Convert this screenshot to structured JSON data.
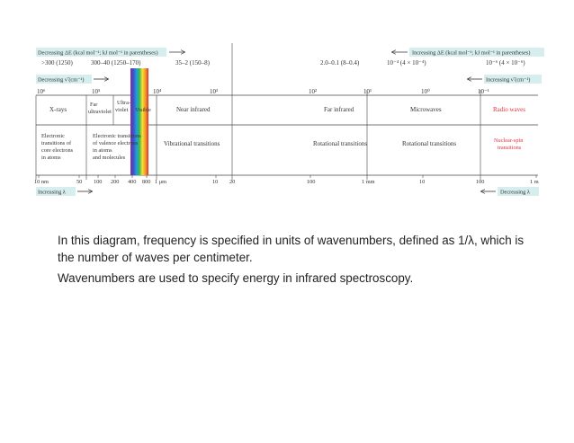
{
  "energy_bar": {
    "left_label": "Decreasing ΔE (kcal mol⁻¹; kJ mol⁻¹ in parentheses)",
    "right_label": "Increasing ΔE (kcal mol⁻¹; kJ mol⁻¹ in parentheses)",
    "values": [
      ">300 (1250)",
      "300–40 (1250–170)",
      "35–2 (150–8)",
      "2.0–0.1 (8–0.4)",
      "10⁻⁴ (4 × 10⁻⁴)",
      "10⁻⁶ (4 × 10⁻⁶)"
    ]
  },
  "wavenumber_bar": {
    "left_label": "Decreasing ν̃ (cm⁻¹)",
    "right_label": "Increasing ν̃ (cm⁻¹)",
    "ticks": [
      "10⁶",
      "10⁵",
      "10⁴",
      "10³",
      "10²",
      "10¹",
      "10⁰",
      "10⁻¹"
    ]
  },
  "regions": [
    "X-rays",
    "Far ultraviolet",
    "Ultra-violet",
    "Visible",
    "Near infrared",
    "Far infrared",
    "Microwaves",
    "Radio waves"
  ],
  "transitions": [
    "Electronic transitions of core electrons in atoms",
    "Electronic transitions of valence electrons in atoms and molecules",
    "Vibrational transitions",
    "Rotational transitions",
    "Rotational transitions",
    "Nuclear-spin transitions"
  ],
  "wavelength_axis": {
    "ticks": [
      "10 nm",
      "50",
      "100",
      "200",
      "400",
      "800",
      "1 μm",
      "10",
      "20",
      "100",
      "1 mm",
      "10",
      "100",
      "1 m"
    ],
    "left_label": "Increasing λ",
    "right_label": "Decreasing λ"
  },
  "caption": {
    "line1": "In this diagram, frequency is specified in units of wavenumbers, defined as 1/λ, which is the number of waves per centimeter.",
    "line2": "Wavenumbers are used to specify energy in infrared spectroscopy."
  },
  "colors": {
    "label_box": "#d6eeee",
    "radio_red": "#e0323c",
    "line": "#444444"
  }
}
